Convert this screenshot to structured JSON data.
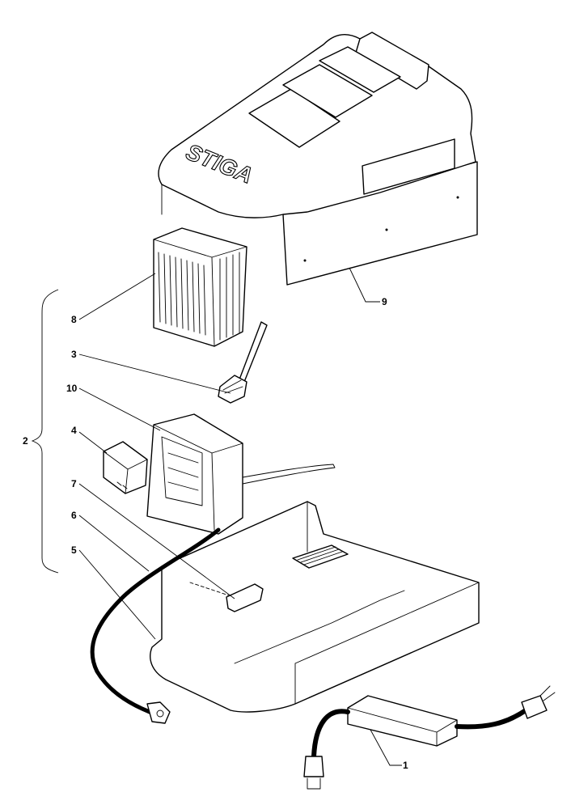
{
  "logo_text": "STIGA",
  "callouts": [
    {
      "id": "c1",
      "label": "1"
    },
    {
      "id": "c2",
      "label": "2"
    },
    {
      "id": "c3",
      "label": "3"
    },
    {
      "id": "c4",
      "label": "4"
    },
    {
      "id": "c5",
      "label": "5"
    },
    {
      "id": "c6",
      "label": "6"
    },
    {
      "id": "c7",
      "label": "7"
    },
    {
      "id": "c8",
      "label": "8"
    },
    {
      "id": "c9",
      "label": "9"
    },
    {
      "id": "c10",
      "label": "10"
    }
  ]
}
